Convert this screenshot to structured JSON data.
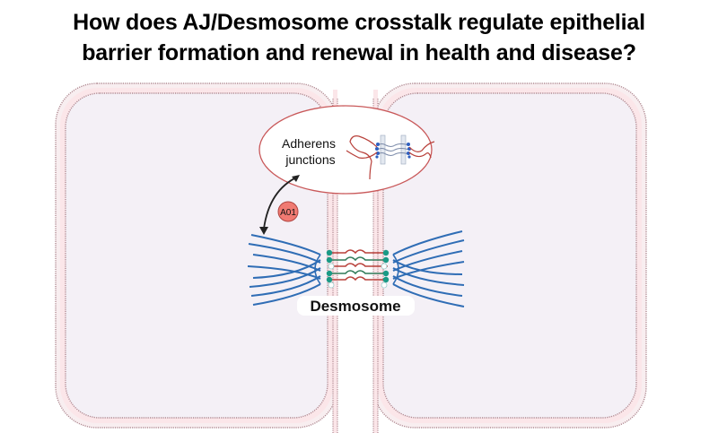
{
  "title": {
    "line1": "How does AJ/Desmosome crosstalk regulate epithelial",
    "line2": "barrier formation and renewal in health and disease?"
  },
  "callout": {
    "label_line1": "Adherens",
    "label_line2": "junctions"
  },
  "badge": {
    "label": "A01",
    "color": "#f07a72"
  },
  "desmosome": {
    "label": "Desmosome"
  },
  "colors": {
    "cell_fill": "#f4f0f6",
    "membrane": "#b08a92",
    "membrane_pink": "#f6dfe2",
    "keratin": "#2f6db5",
    "plaque": "#1a9a86",
    "cadherin_red": "#b8403a",
    "cadherin_green": "#2f7a58",
    "callout_border": "#c9595a",
    "arrow": "#222222"
  }
}
